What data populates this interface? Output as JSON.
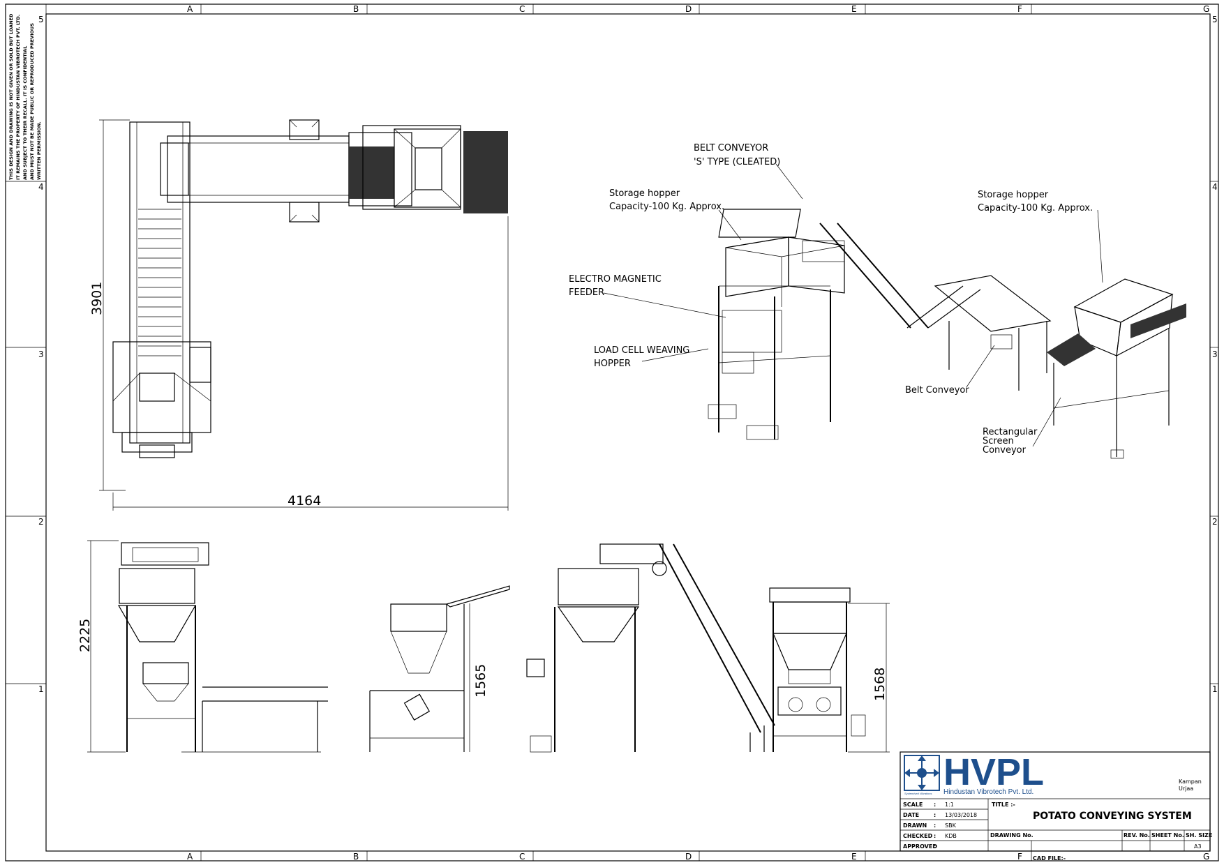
{
  "grid": {
    "columns": [
      "A",
      "B",
      "C",
      "D",
      "E",
      "F",
      "G"
    ],
    "rows": [
      "5",
      "4",
      "3",
      "2",
      "1"
    ]
  },
  "side_note": {
    "lines": [
      "THIS DESIGN AND DRAWING IS NOT GIVEN OR SOLD BUT LOANED",
      "IT REMAINS THE PROPERTY OF HINDUSTAN VIBROTECH PVT. LTD.",
      "AND SUBJECT TO THEIR RECALL. IT IS CONFIDENTIAL",
      "AND MUST NOT BE MADE PUBLIC OR REPRODUCED PREVIOUS",
      "WRITTEN PERMISSION."
    ]
  },
  "dimensions": {
    "plan_height": "3901",
    "plan_width": "4164",
    "front_height": "2225",
    "screen_height": "1565",
    "end_height": "1568"
  },
  "callouts": {
    "belt_conveyor_s": [
      "BELT CONVEYOR",
      "'S' TYPE (CLEATED)"
    ],
    "storage_hopper_left": [
      "Storage hopper",
      "Capacity-100 Kg. Approx."
    ],
    "storage_hopper_right": [
      "Storage hopper",
      "Capacity-100 Kg. Approx."
    ],
    "electro_magnetic_feeder": [
      "ELECTRO MAGNETIC",
      "FEEDER"
    ],
    "load_cell_hopper": [
      "LOAD CELL WEAVING",
      "HOPPER"
    ],
    "belt_conveyor": "Belt Conveyor",
    "rectangular_screen": [
      "Rectangular",
      "Screen",
      "Conveyor"
    ]
  },
  "logo": {
    "name": "HVPL",
    "company": "Hindustan Vibrotech Pvt. Ltd.",
    "tagline": "Systemised Vibrations",
    "partner": [
      "Kampan",
      "Urjaa"
    ],
    "brand_color": "#1e4f8c"
  },
  "title_block": {
    "scale_label": "SCALE",
    "scale_value": "1:1",
    "date_label": "DATE",
    "date_value": "13/03/2018",
    "drawn_label": "DRAWN",
    "drawn_value": "SBK",
    "checked_label": "CHECKED",
    "checked_value": "KDB",
    "approved_label": "APPROVED",
    "sep": ":",
    "title_label": "TITLE :-",
    "title": "POTATO CONVEYING SYSTEM",
    "drawing_no_label": "DRAWING No.",
    "rev_label": "REV. No.",
    "sheet_label": "SHEET No.",
    "sheet_size_label": "SH. SIZE",
    "sheet_size_value": "A3",
    "cad_file_label": "CAD FILE:-"
  }
}
